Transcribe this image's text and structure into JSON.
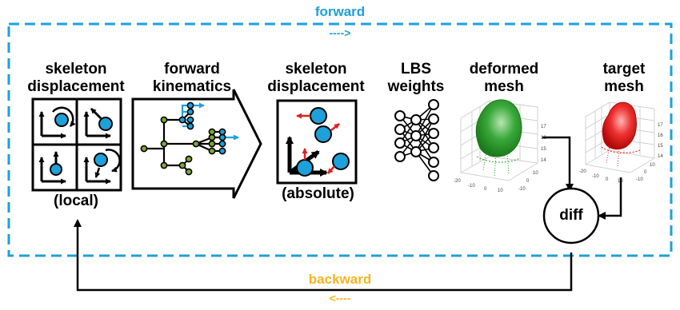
{
  "flow": {
    "forward_label": "forward",
    "forward_arrow": "---->",
    "backward_label": "backward",
    "backward_arrow": "<----",
    "forward_color": "#1ea0d8",
    "backward_color": "#f5b322"
  },
  "stages": {
    "skeleton_local": {
      "title_line1": "skeleton",
      "title_line2": "displacement",
      "caption": "(local)"
    },
    "forward_kinematics": {
      "title_line1": "forward",
      "title_line2": "kinematics"
    },
    "skeleton_absolute": {
      "title_line1": "skeleton",
      "title_line2": "displacement",
      "caption": "(absolute)"
    },
    "lbs": {
      "title_line1": "LBS",
      "title_line2": "weights"
    },
    "deformed_mesh": {
      "title_line1": "deformed",
      "title_line2": "mesh",
      "color": "#1f9a1f",
      "z_ticks": [
        "17",
        "16",
        "15",
        "14"
      ],
      "x_ticks": [
        "-20",
        "-10",
        "0",
        "10"
      ],
      "y_ticks": [
        "-10",
        "0",
        "10"
      ]
    },
    "target_mesh": {
      "title_line1": "target",
      "title_line2": "mesh",
      "color": "#e01515",
      "z_ticks": [
        "17",
        "16",
        "15",
        "14"
      ],
      "x_ticks": [
        "-20",
        "-10",
        "0",
        "10"
      ],
      "y_ticks": [
        "-10",
        "0",
        "10"
      ]
    },
    "diff": {
      "label": "diff"
    }
  },
  "colors": {
    "joint_blue": "#1ea0d8",
    "joint_green": "#7fa832",
    "arrow_red": "#e02020",
    "line": "#000000"
  }
}
